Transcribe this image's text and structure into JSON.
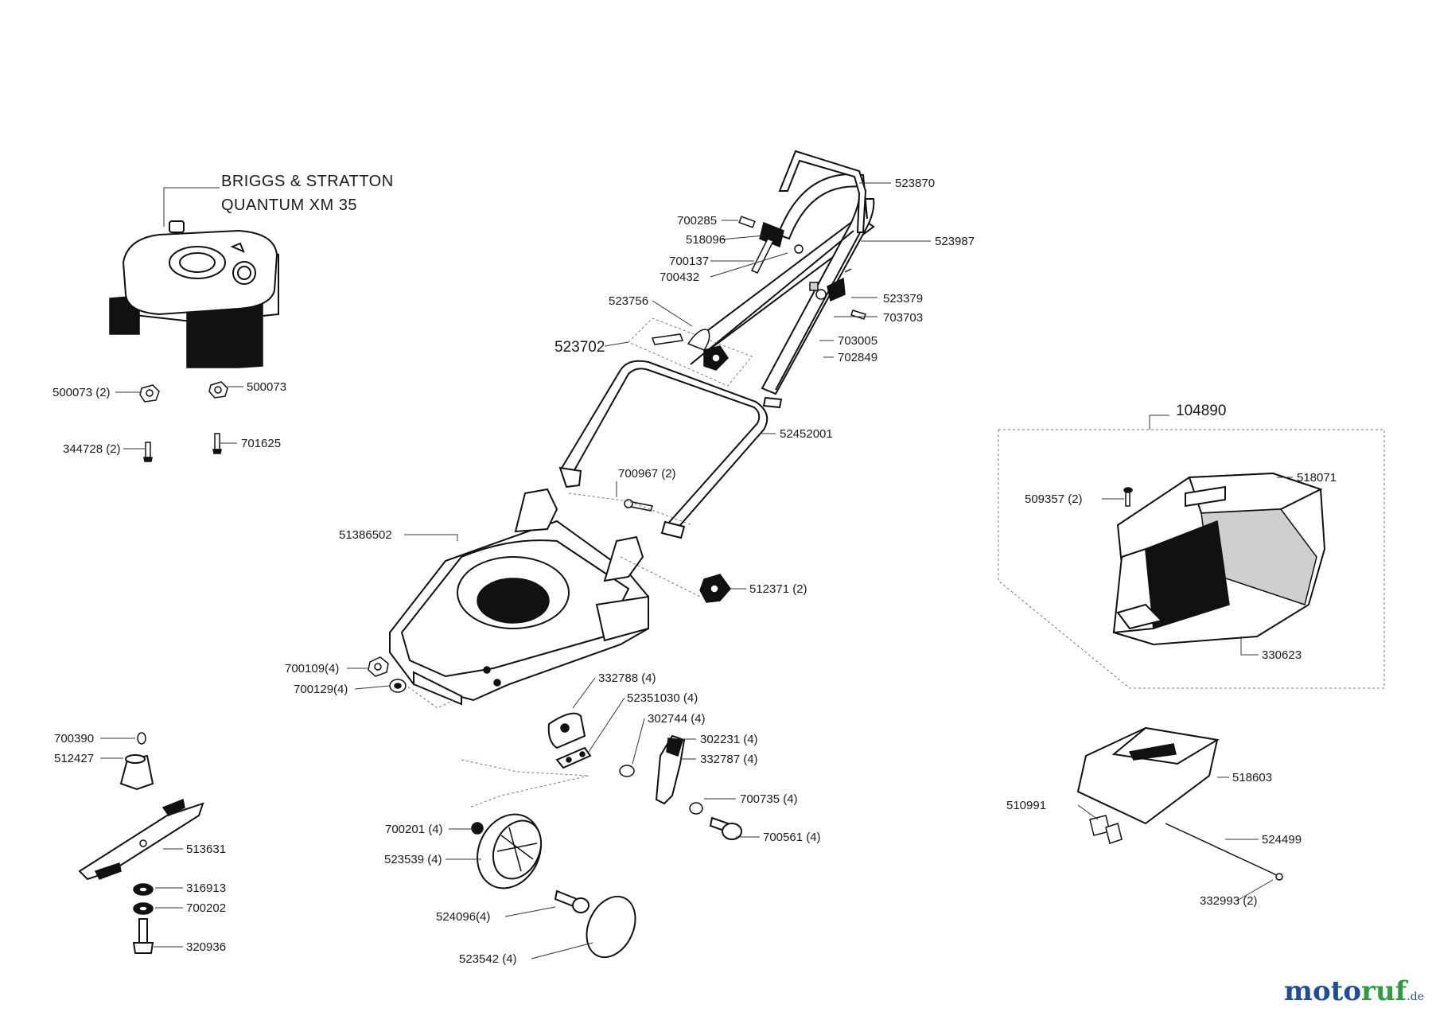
{
  "engine": {
    "line1": "BRIGGS & STRATTON",
    "line2": "QUANTUM  XM 35"
  },
  "labels": {
    "l523870": "523870",
    "l700285": "700285",
    "l518096": "518096",
    "l523987": "523987",
    "l700137": "700137",
    "l700432": "700432",
    "l523379": "523379",
    "l523756": "523756",
    "l703703": "703703",
    "l523702": "523702",
    "l703005": "703005",
    "l702849": "702849",
    "l500073_2": "500073 (2)",
    "l500073": "500073",
    "l52452001": "52452001",
    "l344728_2": "344728 (2)",
    "l701625": "701625",
    "l104890": "104890",
    "l700967_2": "700967 (2)",
    "l518071": "518071",
    "l509357_2": "509357 (2)",
    "l51386502": "51386502",
    "l512371_2": "512371 (2)",
    "l330623": "330623",
    "l700109_4": "700109(4)",
    "l332788_4": "332788 (4)",
    "l700129_4": "700129(4)",
    "l52351030_4": "52351030 (4)",
    "l302744_4": "302744 (4)",
    "l700390": "700390",
    "l302231_4": "302231 (4)",
    "l512427": "512427",
    "l332787_4": "332787 (4)",
    "l518603": "518603",
    "l700735_4": "700735 (4)",
    "l510991": "510991",
    "l700201_4": "700201 (4)",
    "l700561_4": "700561 (4)",
    "l524499": "524499",
    "l513631": "513631",
    "l523539_4": "523539 (4)",
    "l332993_2": "332993 (2)",
    "l316913": "316913",
    "l700202": "700202",
    "l524096_4": "524096(4)",
    "l320936": "320936",
    "l523542_4": "523542 (4)"
  },
  "watermark": {
    "main_a": "moto",
    "main_b": "ruf",
    "suffix": ".de"
  }
}
